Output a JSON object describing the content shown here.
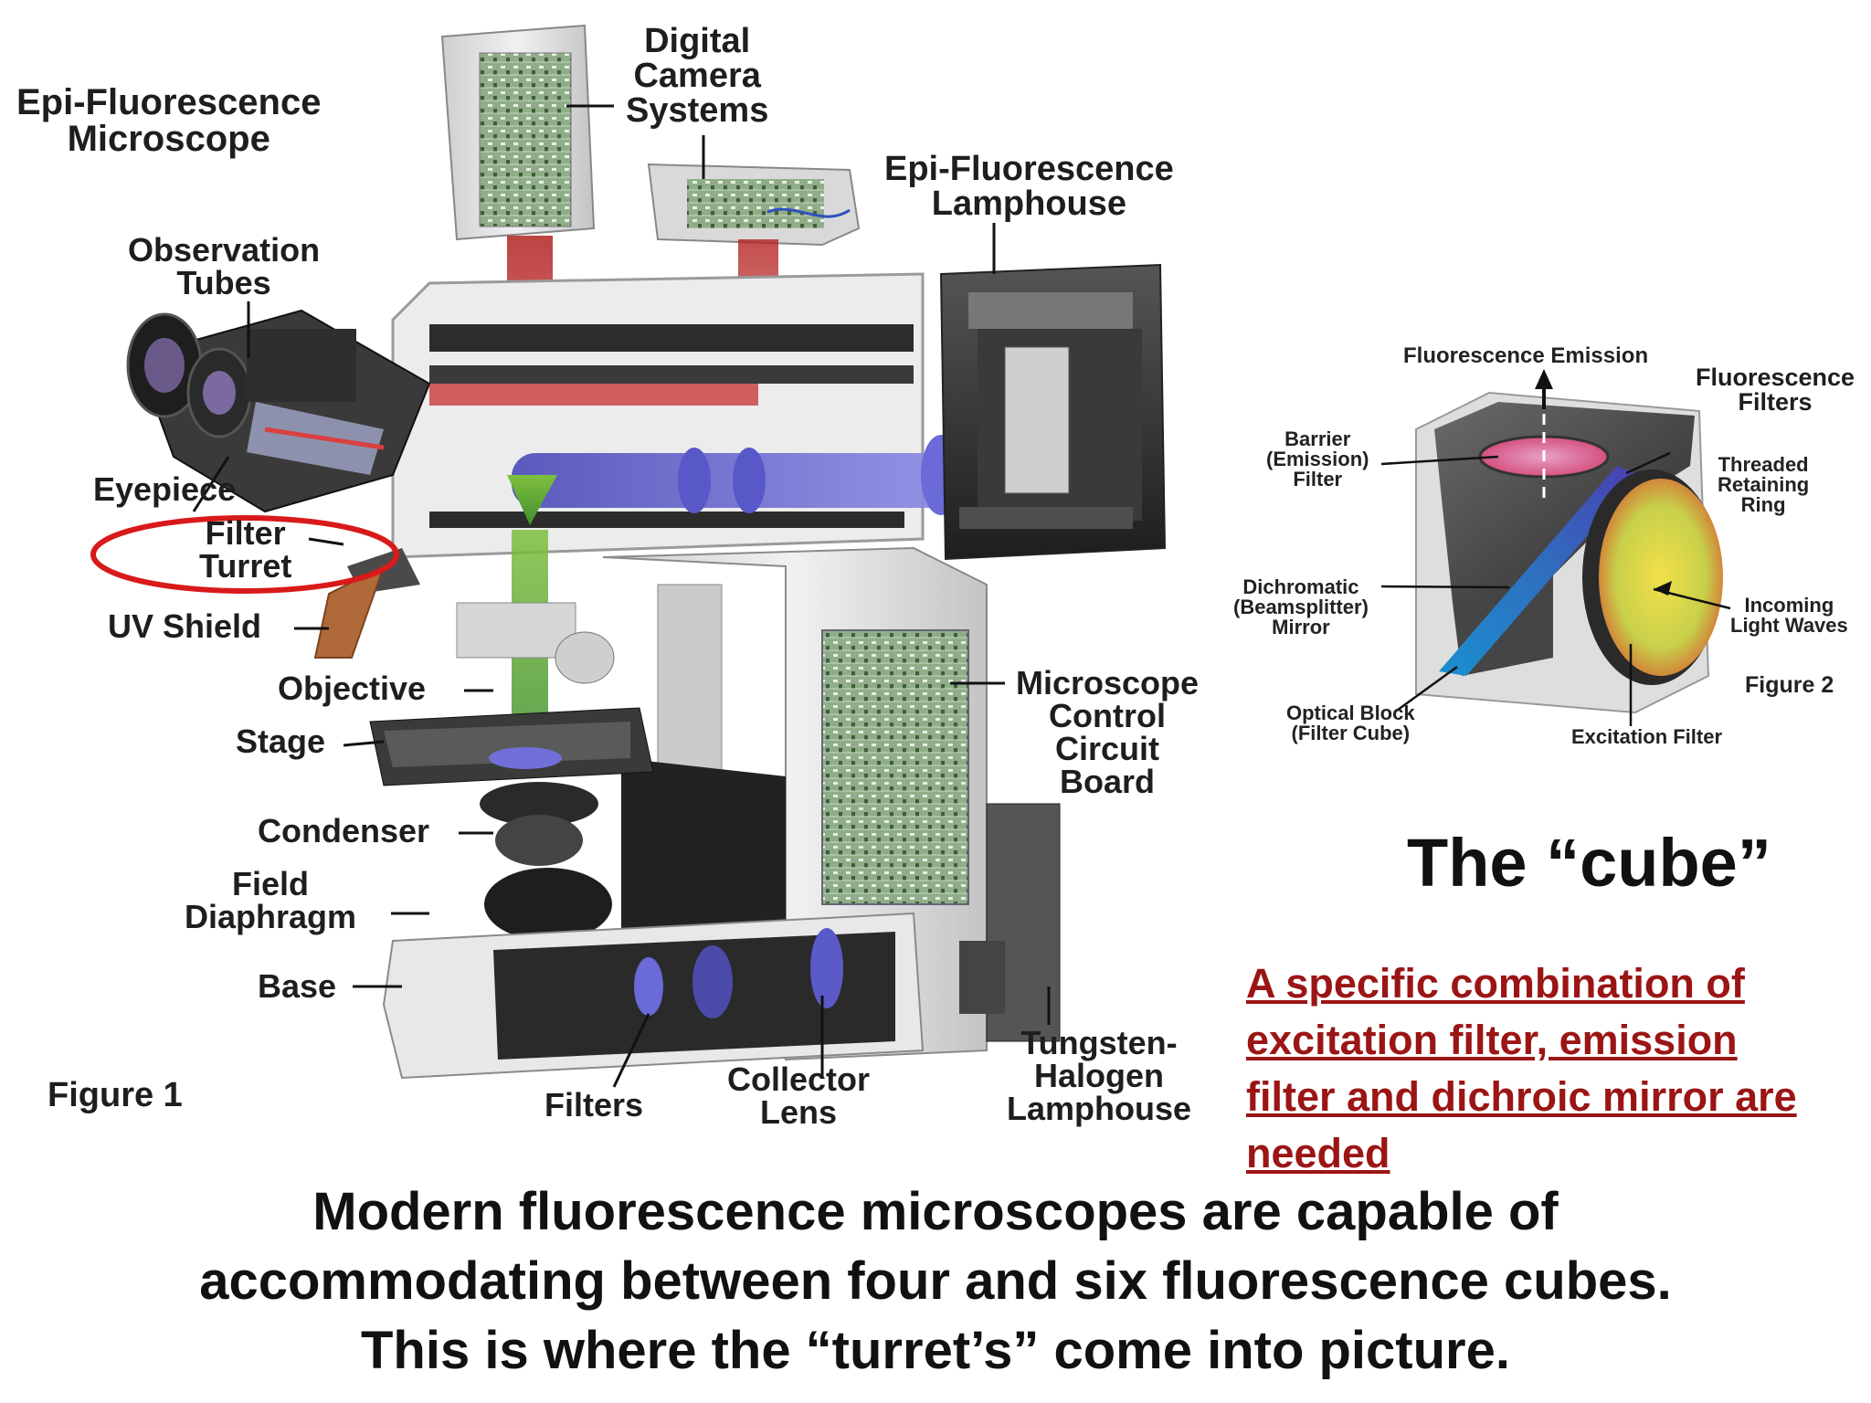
{
  "figure1": {
    "title": [
      "Epi-Fluorescence",
      "Microscope"
    ],
    "caption": "Figure 1",
    "labels": {
      "digital_camera": [
        "Digital",
        "Camera",
        "Systems"
      ],
      "epi_lamphouse": [
        "Epi-Fluorescence",
        "Lamphouse"
      ],
      "observation_tubes": [
        "Observation",
        "Tubes"
      ],
      "eyepiece": "Eyepiece",
      "filter_turret": [
        "Filter",
        "Turret"
      ],
      "uv_shield": "UV Shield",
      "objective": "Objective",
      "stage": "Stage",
      "condenser": "Condenser",
      "field_diaphragm": [
        "Field",
        "Diaphragm"
      ],
      "base": "Base",
      "filters": "Filters",
      "collector_lens": [
        "Collector",
        "Lens"
      ],
      "tungsten_lamphouse": [
        "Tungsten-",
        "Halogen",
        "Lamphouse"
      ],
      "control_board": [
        "Microscope",
        "Control",
        "Circuit",
        "Board"
      ]
    }
  },
  "figure2": {
    "caption": "Figure 2",
    "title": [
      "Fluorescence",
      "Filters"
    ],
    "labels": {
      "emission": "Fluorescence Emission",
      "barrier": [
        "Barrier",
        "(Emission)",
        "Filter"
      ],
      "threaded": [
        "Threaded",
        "Retaining",
        "Ring"
      ],
      "dichromatic": [
        "Dichromatic",
        "(Beamsplitter)",
        "Mirror"
      ],
      "incoming": [
        "Incoming",
        "Light Waves"
      ],
      "optical_block": [
        "Optical Block",
        "(Filter Cube)"
      ],
      "excitation": "Excitation Filter"
    }
  },
  "cube_title": "The “cube”",
  "note": "A specific combination of excitation filter, emission filter and dichroic mirror are needed",
  "caption": [
    "Modern fluorescence microscopes are capable of",
    "accommodating between four and six fluorescence cubes.",
    "This is where the “turret’s” come into picture."
  ],
  "colors": {
    "highlight_ring": "#d91a1a",
    "note_text": "#9b1515",
    "light_path_red": "#d9534f",
    "light_path_blue": "#7b7be0"
  }
}
